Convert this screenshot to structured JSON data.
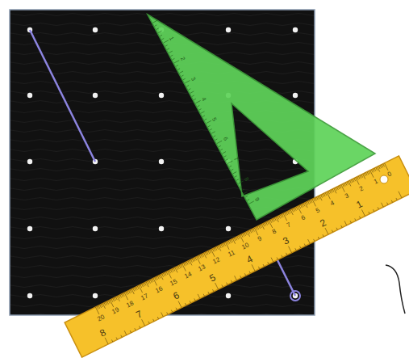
{
  "diagram": {
    "labels": [
      "0",
      "1",
      "2",
      "3",
      "4",
      "5",
      "6",
      "7",
      "8",
      "9",
      "10",
      "11",
      "12",
      "13",
      "14",
      "15",
      "16",
      "17",
      "18",
      "19",
      "20",
      "1",
      "2",
      "3",
      "4",
      "5",
      "6",
      "7",
      "8",
      "1",
      "2",
      "3",
      "4",
      "5",
      "6",
      "7",
      "8",
      "9"
    ]
  }
}
